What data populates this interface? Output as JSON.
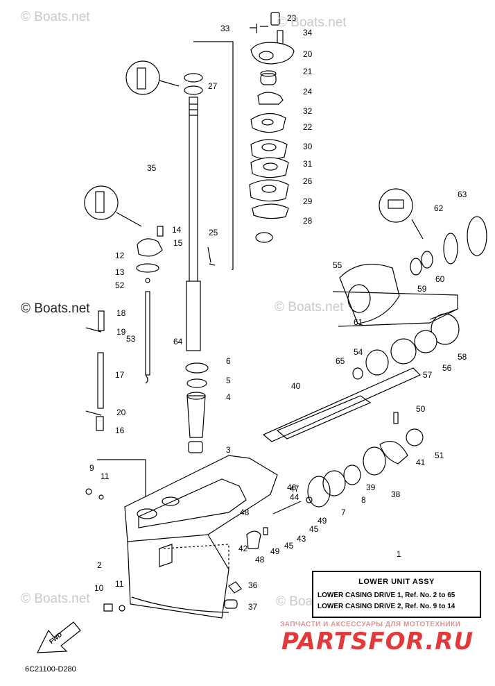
{
  "watermarks": [
    "© Boats.net",
    "© Boats.net",
    "© Boats.net",
    "© Boats.net",
    "© Boats.net",
    "© Boats.net"
  ],
  "legend": {
    "title": "LOWER UNIT ASSY",
    "line1": "LOWER CASING DRIVE 1,  Ref. No. 2 to 65",
    "line2": "LOWER CASING DRIVE 2,  Ref. No. 9 to 14"
  },
  "diagram_code": "6C21100-D280",
  "brand": {
    "tagline": "ЗАПЧАСТИ И АКСЕССУАРЫ ДЛЯ МОТОТЕХНИКИ",
    "logo": "PARTSFOR.RU"
  },
  "fwd_label": "FWD",
  "callouts": [
    "1",
    "2",
    "3",
    "4",
    "5",
    "6",
    "7",
    "8",
    "9",
    "10",
    "11",
    "11",
    "12",
    "13",
    "14",
    "15",
    "16",
    "17",
    "18",
    "19",
    "20",
    "20",
    "21",
    "22",
    "23",
    "24",
    "25",
    "26",
    "27",
    "28",
    "29",
    "30",
    "31",
    "32",
    "33",
    "34",
    "35",
    "36",
    "37",
    "38",
    "39",
    "40",
    "41",
    "42",
    "43",
    "44",
    "45",
    "45",
    "46",
    "47",
    "48",
    "48",
    "49",
    "49",
    "50",
    "51",
    "52",
    "53",
    "54",
    "55",
    "56",
    "57",
    "58",
    "59",
    "60",
    "61",
    "62",
    "63",
    "64",
    "65"
  ]
}
